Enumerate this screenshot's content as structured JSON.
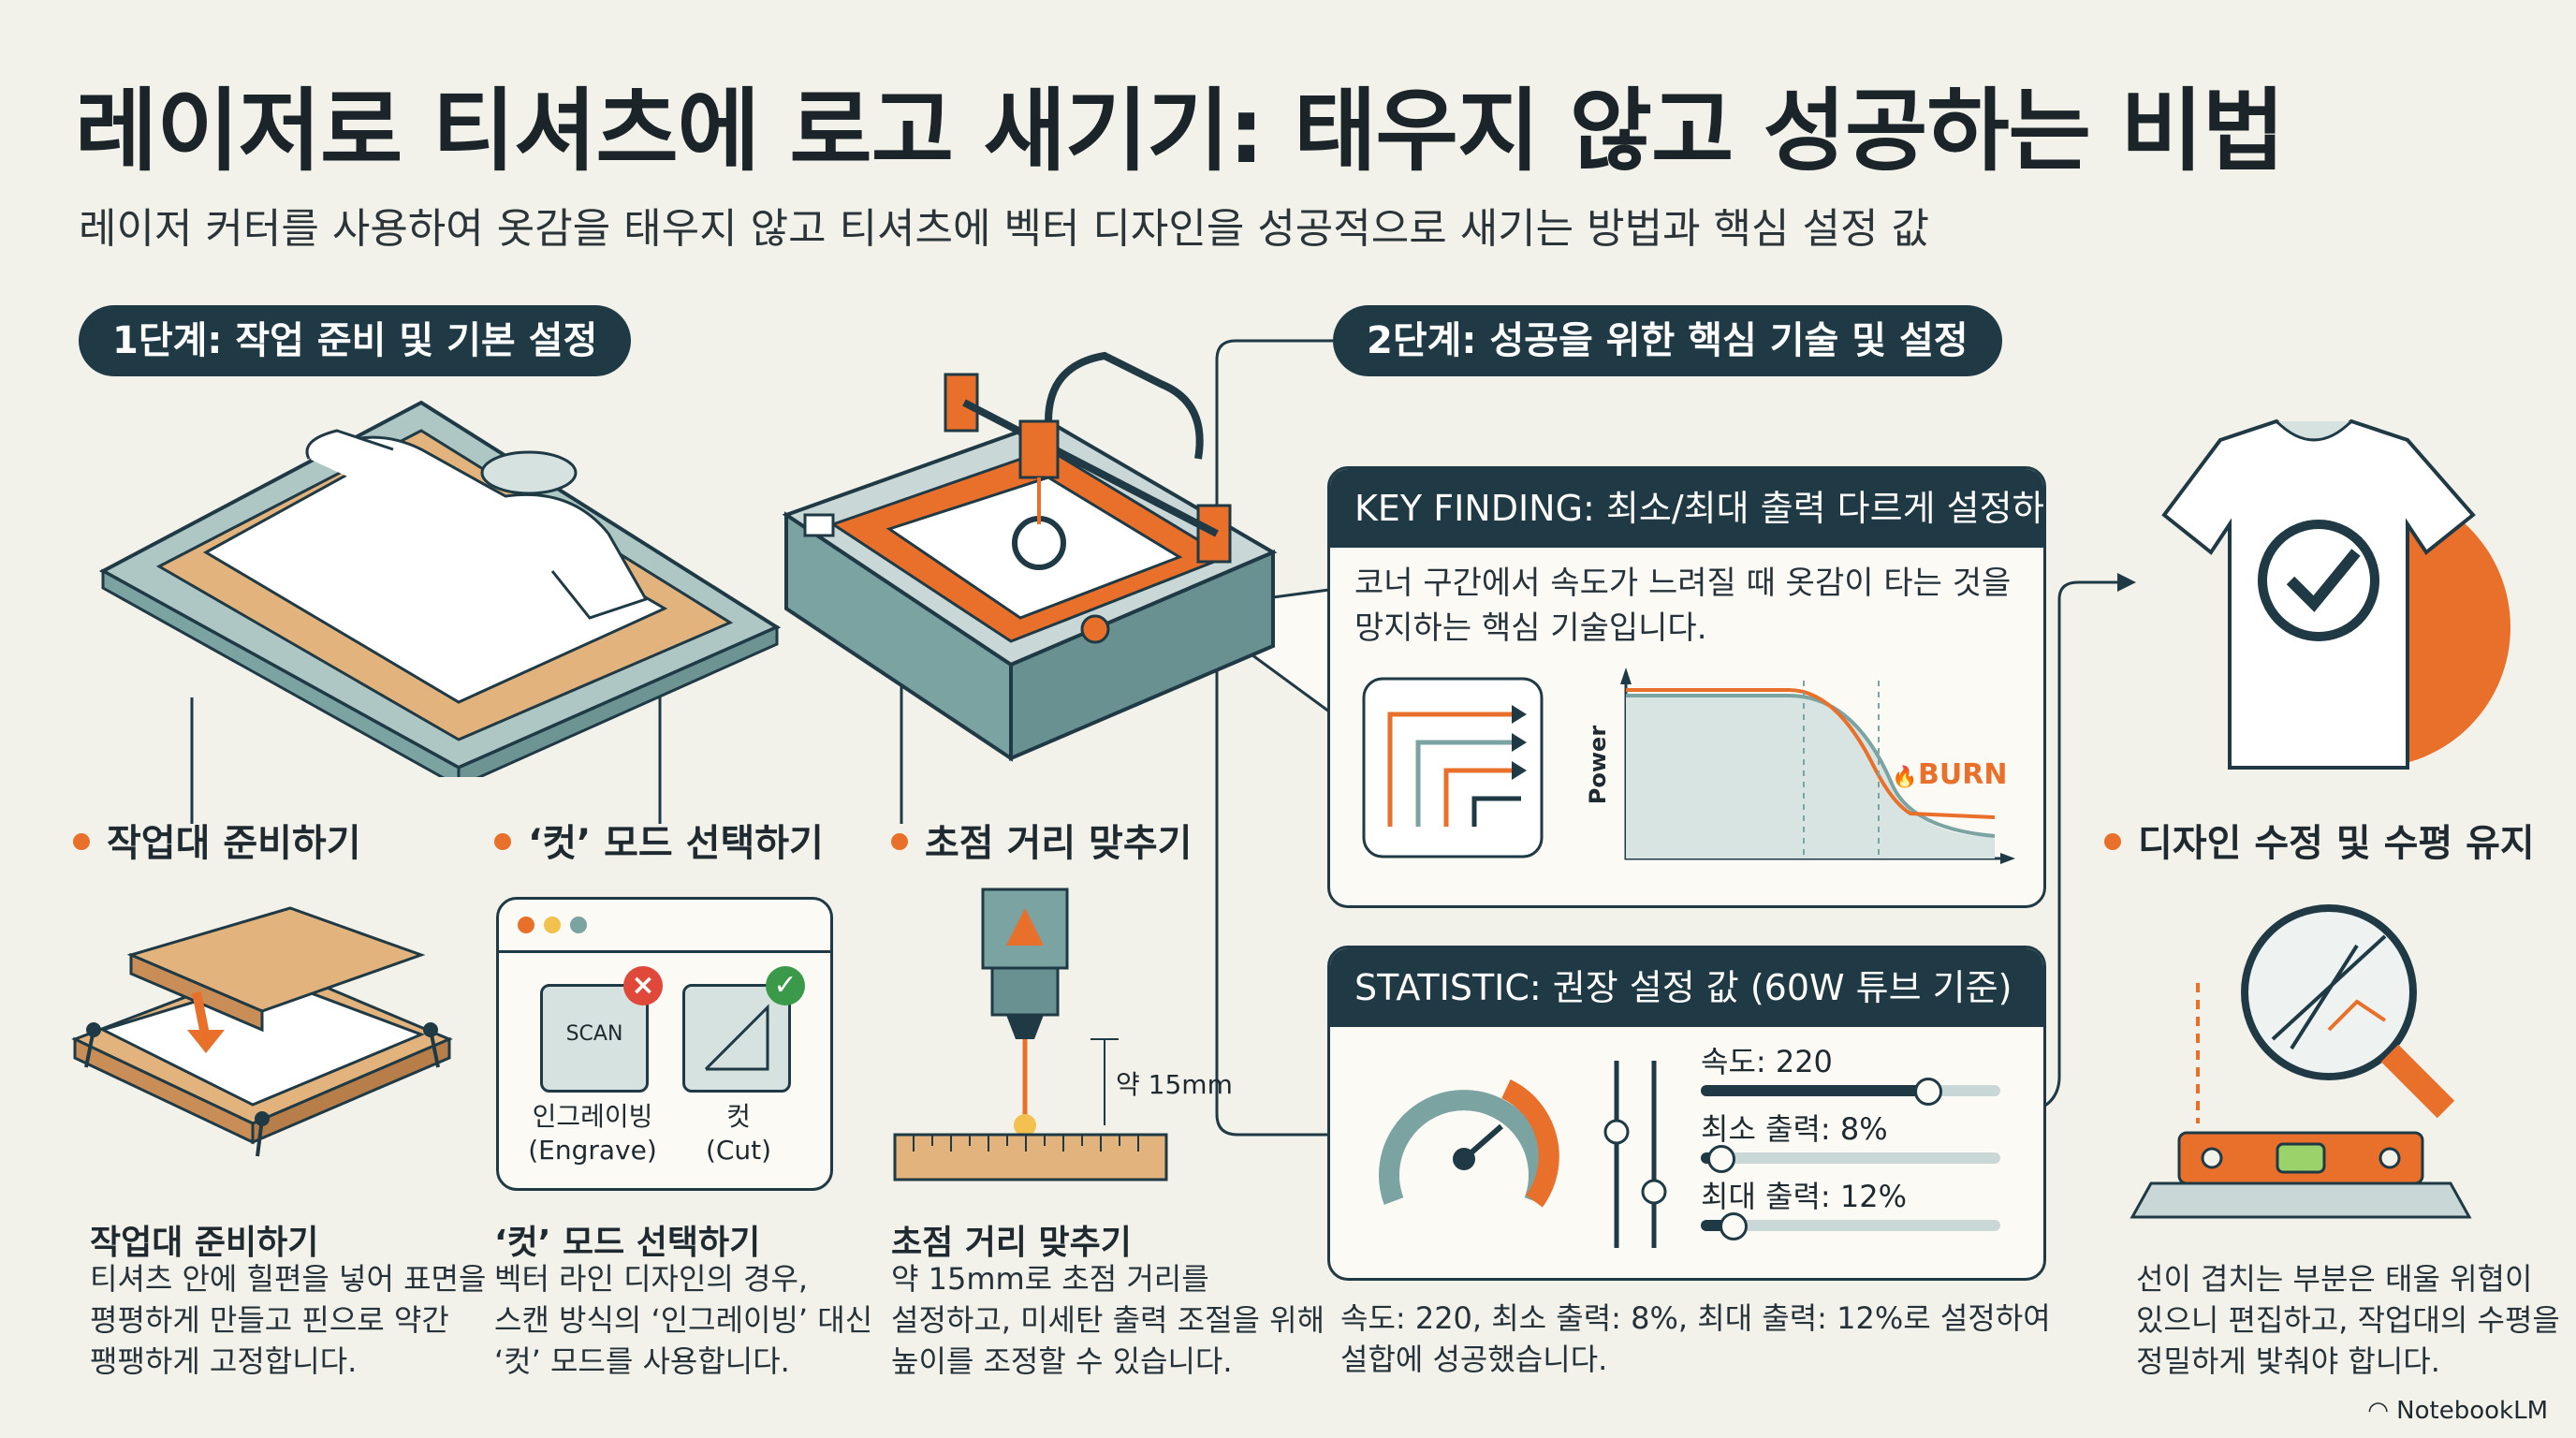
{
  "header": {
    "title": "레이저로 티셔츠에 로고 새기기: 태우지 않고 성공하는 비법",
    "subtitle": "레이저 커터를 사용하여 옷감을 태우지 않고 티셔츠에 벡터 디자인을 성공적으로 새기는 방법과 핵심 설정 값"
  },
  "stage1": {
    "label": "1단계: 작업 준비 및 기본 설정"
  },
  "stage2": {
    "label": "2단계: 성공을 위한 핵심 기술 및 설정"
  },
  "steps": [
    {
      "label": "작업대 준비하기",
      "title": "작업대 준비하기",
      "body": "티셔츠 안에 힐편을 넣어 표면을\n평평하게 만들고 핀으로 약간\n팽팽하게 고정합니다."
    },
    {
      "label": "‘컷’ 모드 선택하기",
      "title": "‘컷’ 모드 선택하기",
      "body": "벡터 라인 디자인의 경우,\n스캔 방식의 ‘인그레이빙’ 대신\n‘컷’ 모드를 사용합니다."
    },
    {
      "label": "초점 거리 맞추기",
      "title": "초점 거리 맞추기",
      "body": "약 15mm로 초점 거리를\n설정하고, 미세탄 출력 조절을 위해\n높이를 조정할 수 있습니다."
    },
    {
      "label": "디자인 수정 및 수평 유지",
      "body": "선이 겹치는 부분은 태울 위협이\n있으니 편집하고, 작업대의 수평을\n정밀하게 밫춰야 합니다."
    }
  ],
  "mode_window": {
    "scan_text": "SCAN",
    "engrave_label": "인그레이빙\n(Engrave)",
    "cut_label": "컷\n(Cut)"
  },
  "focus": {
    "distance_label": "약 15mm"
  },
  "key_finding": {
    "header": "KEY FINDING: 최소/최대 출력 다르게 설정하기",
    "text": "코너 구간에서 속도가 느려질 때 옷감이 타는 것을\n망지하는 핵심 기술입니다.",
    "y_axis_label": "Power",
    "burn_label": "BURN"
  },
  "statistic": {
    "header": "STATISTIC: 권장 설정 값 (60W 튜브 기준)",
    "sliders": [
      {
        "label": "속도: 220",
        "fraction": 0.75
      },
      {
        "label": "최소 출력: 8%",
        "fraction": 0.06
      },
      {
        "label": "최대 출력: 12%",
        "fraction": 0.1
      }
    ],
    "summary": "속도: 220, 최소 출력: 8%, 최대 출력: 12%로 설정하여\n설합에 성공했습니다."
  },
  "brand": "NotebookLM",
  "colors": {
    "accent": "#e8702a",
    "navy": "#1f3a45",
    "teal": "#7aa3a2",
    "background": "#f3f2ea"
  }
}
